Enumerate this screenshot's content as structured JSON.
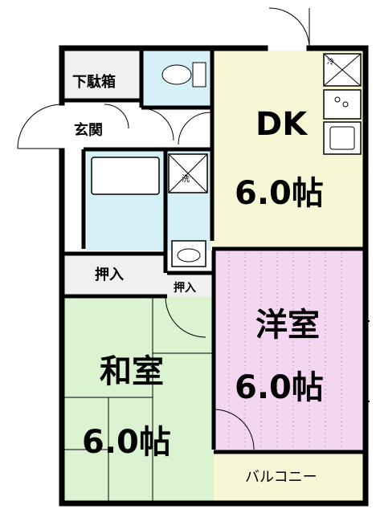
{
  "rooms": {
    "dk": {
      "name": "DK",
      "size": "6.0帖",
      "color": "#f7f7d6"
    },
    "yoshitsu": {
      "name": "洋室",
      "size": "6.0帖",
      "color": "#f5d6f2"
    },
    "washitsu": {
      "name": "和室",
      "size": "6.0帖",
      "color": "#dcf3d2"
    },
    "genkan": {
      "name": "玄関"
    },
    "getabako": {
      "name": "下駄箱"
    },
    "oshiire_1": {
      "name": "押入"
    },
    "oshiire_2": {
      "name": "押入"
    },
    "balcony": {
      "name": "バルコニー",
      "color": "#f7f7d6"
    },
    "wash": {
      "name": "洗"
    },
    "refrigerator": {
      "name": "冷"
    }
  },
  "colors": {
    "wall": "#000000",
    "bath": "#d6f0f7",
    "toilet": "#d6f0f7",
    "genkan": "#ffffff",
    "storage": "#f0f0f0"
  }
}
